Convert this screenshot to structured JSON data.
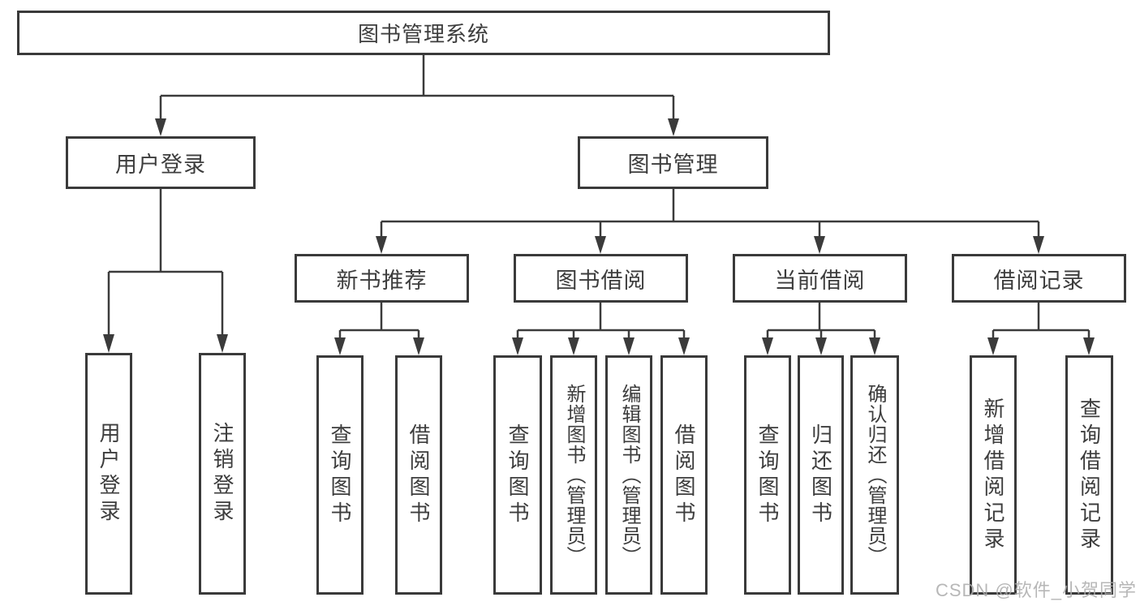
{
  "diagram": {
    "root": {
      "label": "图书管理系统"
    },
    "user_branch": {
      "label": "用户登录",
      "children": [
        {
          "label": "用户登录"
        },
        {
          "label": "注销登录"
        }
      ]
    },
    "book_branch": {
      "label": "图书管理",
      "groups": [
        {
          "label": "新书推荐",
          "children": [
            {
              "label": "查询图书"
            },
            {
              "label": "借阅图书"
            }
          ]
        },
        {
          "label": "图书借阅",
          "children": [
            {
              "label": "查询图书"
            },
            {
              "label": "新增图书（管理员）"
            },
            {
              "label": "编辑图书（管理员）"
            },
            {
              "label": "借阅图书"
            }
          ]
        },
        {
          "label": "当前借阅",
          "children": [
            {
              "label": "查询图书"
            },
            {
              "label": "归还图书"
            },
            {
              "label": "确认归还（管理员）"
            }
          ]
        },
        {
          "label": "借阅记录",
          "children": [
            {
              "label": "新增借阅记录"
            },
            {
              "label": "查询借阅记录"
            }
          ]
        }
      ]
    }
  },
  "watermark": {
    "text": "CSDN @软件_小贺同学"
  },
  "colors": {
    "line": "#3b3b3b",
    "border": "#3a3a3a",
    "text": "#3d3d3d",
    "watermark": "#ababab",
    "background": "#ffffff"
  }
}
